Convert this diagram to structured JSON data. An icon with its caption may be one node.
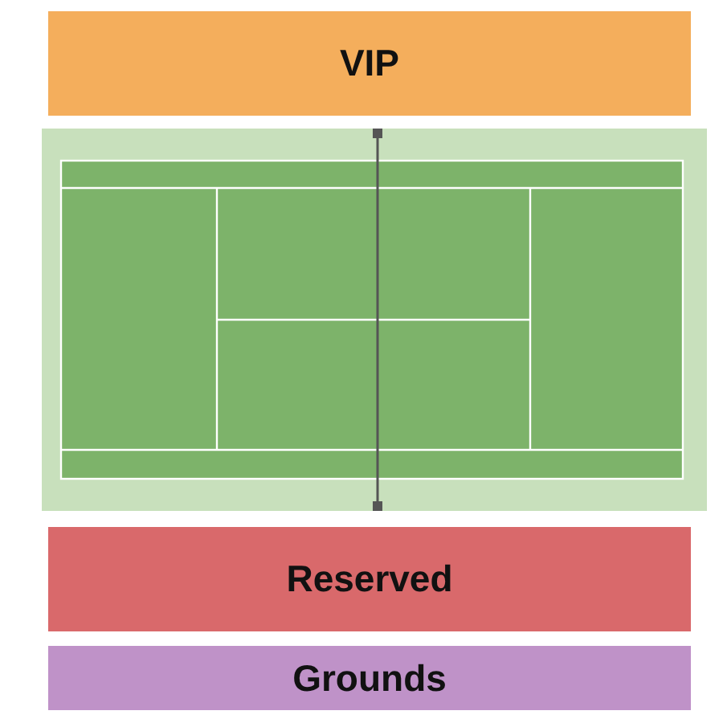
{
  "diagram": {
    "nodes": [
      {
        "text": [
          "VIP"
        ]
      },
      {
        "text": [
          "Reserved"
        ]
      },
      {
        "text": [
          "Grounds"
        ]
      }
    ]
  }
}
